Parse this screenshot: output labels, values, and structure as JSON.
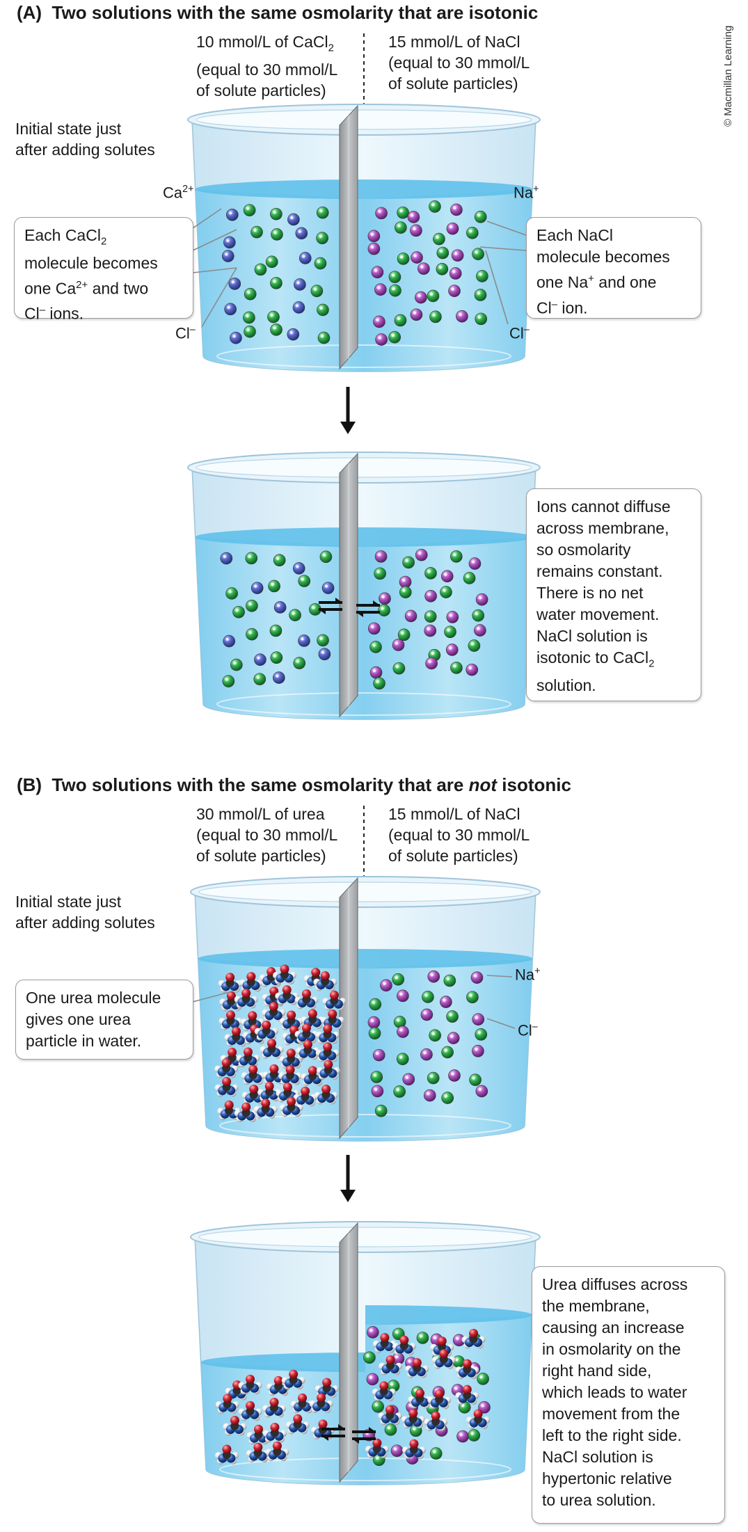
{
  "copyright": "© Macmillan Learning",
  "panel_a": {
    "title_prefix": "(A)",
    "title": "Two solutions with the same osmolarity that are isotonic",
    "left_solution": {
      "line1_main": "10 mmol/L of CaCl",
      "line1_sub": "2",
      "line2": "(equal to 30 mmol/L",
      "line3": "of solute particles)"
    },
    "right_solution": {
      "line1": "15 mmol/L of NaCl",
      "line2": "(equal to 30 mmol/L",
      "line3": "of solute particles)"
    },
    "initial_state": {
      "line1": "Initial state just",
      "line2": "after adding solutes"
    },
    "labels": {
      "ca_main": "Ca",
      "ca_sup": "2+",
      "cl_left_main": "Cl",
      "cl_left_sup": "–",
      "na_main": "Na",
      "na_sup": "+",
      "cl_right_main": "Cl",
      "cl_right_sup": "–"
    },
    "left_callout": {
      "line1_main": "Each CaCl",
      "line1_sub": "2",
      "line2": "molecule becomes",
      "line3_a": "one Ca",
      "line3_sup": "2+",
      "line3_b": " and two",
      "line4_a": "Cl",
      "line4_sup": "–",
      "line4_b": " ions."
    },
    "right_callout": {
      "line1": "Each NaCl",
      "line2": "molecule becomes",
      "line3_a": "one Na",
      "line3_sup": "+",
      "line3_b": " and one",
      "line4_a": "Cl",
      "line4_sup": "–",
      "line4_b": " ion."
    },
    "result_callout": {
      "line1": "Ions cannot diffuse",
      "line2": "across membrane,",
      "line3": "so osmolarity",
      "line4": "remains constant.",
      "line5": "There is no net",
      "line6": "water movement.",
      "line7": "NaCl solution is",
      "line8_main": "isotonic to CaCl",
      "line8_sub": "2",
      "line9": "solution."
    }
  },
  "panel_b": {
    "title_prefix": "(B)",
    "title_a": "Two solutions with the same osmolarity that are ",
    "title_em": "not",
    "title_b": " isotonic",
    "left_solution": {
      "line1": "30 mmol/L of urea",
      "line2": "(equal to 30 mmol/L",
      "line3": "of solute particles)"
    },
    "right_solution": {
      "line1": "15 mmol/L of NaCl",
      "line2": "(equal to 30 mmol/L",
      "line3": "of solute particles)"
    },
    "initial_state": {
      "line1": "Initial state just",
      "line2": "after adding solutes"
    },
    "labels": {
      "na_main": "Na",
      "na_sup": "+",
      "cl_main": "Cl",
      "cl_sup": "–"
    },
    "left_callout": {
      "line1": "One urea molecule",
      "line2": "gives one urea",
      "line3": "particle in water."
    },
    "result_callout": {
      "line1": "Urea diffuses across",
      "line2": "the membrane,",
      "line3": "causing an increase",
      "line4": "in osmolarity on the",
      "line5": "right hand side,",
      "line6": "which leads to water",
      "line7": "movement from the",
      "line8": "left to the right side.",
      "line9": "NaCl solution is",
      "line10": "hypertonic relative",
      "line11": "to urea solution."
    }
  },
  "colors": {
    "water": "#8fd3ee",
    "water_deep": "#6cc1e6",
    "beaker_glass": "#dbeef8",
    "beaker_rim": "#c7e2f2",
    "membrane": "#a9acae",
    "ca_ion": "#4f5fbf",
    "cl_ion": "#29a344",
    "na_ion": "#a24bb3",
    "urea_blue": "#1f4fa0",
    "urea_red": "#c41e2a"
  }
}
